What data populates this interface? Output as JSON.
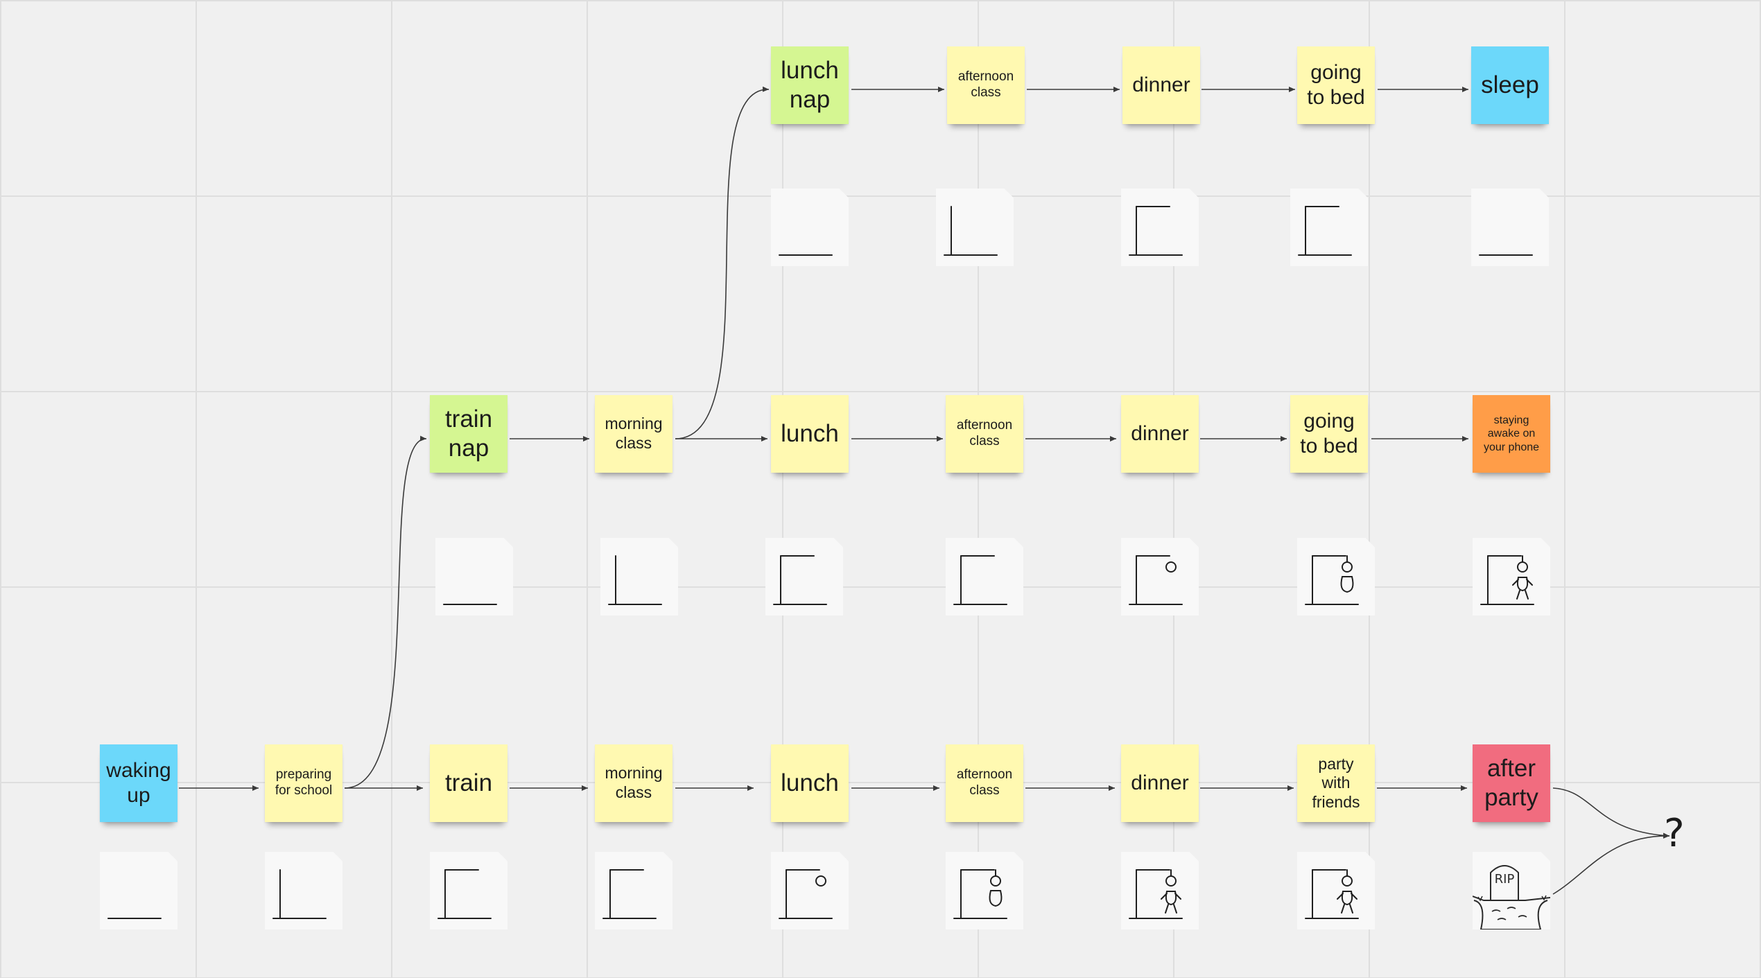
{
  "colors": {
    "yellow": "#fff9b1",
    "green": "#d5f692",
    "blue": "#6cd8fa",
    "orange": "#ff9d48",
    "red": "#f16c7f"
  },
  "notes": [
    {
      "id": "n-waking-up",
      "text": "waking\nup",
      "color": "blue",
      "size": "l"
    },
    {
      "id": "n-preparing",
      "text": "preparing\nfor school",
      "color": "yellow",
      "size": "s"
    },
    {
      "id": "n-train-nap",
      "text": "train\nnap",
      "color": "green",
      "size": "xl"
    },
    {
      "id": "n-train",
      "text": "train",
      "color": "yellow",
      "size": "xl"
    },
    {
      "id": "n-morning-mid",
      "text": "morning\nclass",
      "color": "yellow",
      "size": "m"
    },
    {
      "id": "n-morning-bot",
      "text": "morning\nclass",
      "color": "yellow",
      "size": "m"
    },
    {
      "id": "n-lunch-nap",
      "text": "lunch\nnap",
      "color": "green",
      "size": "xl"
    },
    {
      "id": "n-lunch-mid",
      "text": "lunch",
      "color": "yellow",
      "size": "xl"
    },
    {
      "id": "n-lunch-bot",
      "text": "lunch",
      "color": "yellow",
      "size": "xl"
    },
    {
      "id": "n-afternoon-top",
      "text": "afternoon\nclass",
      "color": "yellow",
      "size": "s"
    },
    {
      "id": "n-afternoon-mid",
      "text": "afternoon\nclass",
      "color": "yellow",
      "size": "s"
    },
    {
      "id": "n-afternoon-bot",
      "text": "afternoon\nclass",
      "color": "yellow",
      "size": "s"
    },
    {
      "id": "n-dinner-top",
      "text": "dinner",
      "color": "yellow",
      "size": "l"
    },
    {
      "id": "n-dinner-mid",
      "text": "dinner",
      "color": "yellow",
      "size": "l"
    },
    {
      "id": "n-dinner-bot",
      "text": "dinner",
      "color": "yellow",
      "size": "l"
    },
    {
      "id": "n-bed-top",
      "text": "going\nto bed",
      "color": "yellow",
      "size": "l"
    },
    {
      "id": "n-bed-mid",
      "text": "going\nto bed",
      "color": "yellow",
      "size": "l"
    },
    {
      "id": "n-party",
      "text": "party\nwith\nfriends",
      "color": "yellow",
      "size": "m"
    },
    {
      "id": "n-sleep",
      "text": "sleep",
      "color": "blue",
      "size": "xl"
    },
    {
      "id": "n-phone",
      "text": "staying\nawake on\nyour phone",
      "color": "orange",
      "size": "xs"
    },
    {
      "id": "n-after-party",
      "text": "after\nparty",
      "color": "red",
      "size": "xl"
    }
  ],
  "cards": [
    {
      "id": "c-bot-1",
      "stage": 0
    },
    {
      "id": "c-bot-2",
      "stage": 1
    },
    {
      "id": "c-bot-3",
      "stage": 2
    },
    {
      "id": "c-bot-4",
      "stage": 3
    },
    {
      "id": "c-bot-5",
      "stage": 4
    },
    {
      "id": "c-bot-6",
      "stage": 5
    },
    {
      "id": "c-bot-7",
      "stage": 6
    },
    {
      "id": "c-bot-8",
      "stage": 7
    },
    {
      "id": "c-bot-9",
      "stage": 8
    },
    {
      "id": "c-mid-1",
      "stage": 0
    },
    {
      "id": "c-mid-2",
      "stage": 1
    },
    {
      "id": "c-mid-3",
      "stage": 2
    },
    {
      "id": "c-mid-4",
      "stage": 2
    },
    {
      "id": "c-mid-5",
      "stage": 4
    },
    {
      "id": "c-mid-6",
      "stage": 5
    },
    {
      "id": "c-mid-7",
      "stage": 6
    },
    {
      "id": "c-top-1",
      "stage": 0
    },
    {
      "id": "c-top-2",
      "stage": 1
    },
    {
      "id": "c-top-3",
      "stage": 2
    },
    {
      "id": "c-top-4",
      "stage": 2
    },
    {
      "id": "c-top-5",
      "stage": 0
    }
  ],
  "gravestone_text": "RIP",
  "end_symbol": "?"
}
